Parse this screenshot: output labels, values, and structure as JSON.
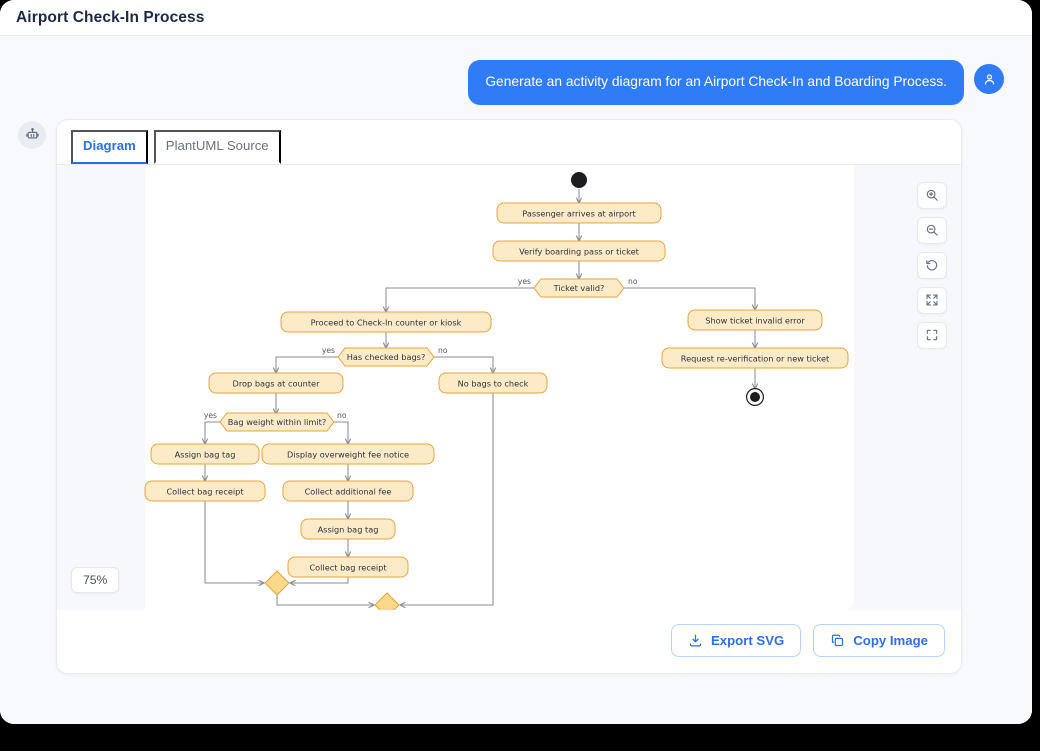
{
  "window": {
    "title": "Airport Check-In Process"
  },
  "conversation": {
    "user_avatar_icon": "user-icon",
    "bot_avatar_icon": "robot-icon",
    "user_message": "Generate an activity diagram for an Airport Check-In and Boarding Process."
  },
  "card": {
    "tabs": [
      {
        "label": "Diagram",
        "active": true
      },
      {
        "label": "PlantUML Source",
        "active": false
      }
    ],
    "zoom_level": "75%",
    "toolbar": [
      {
        "icon": "zoom-in-icon",
        "name": "zoom-in-button"
      },
      {
        "icon": "zoom-out-icon",
        "name": "zoom-out-button"
      },
      {
        "icon": "reset-rotate-icon",
        "name": "reset-view-button"
      },
      {
        "icon": "fit-screen-icon",
        "name": "fit-to-screen-button"
      },
      {
        "icon": "fullscreen-icon",
        "name": "fullscreen-button"
      }
    ],
    "actions": [
      {
        "label": "Export SVG",
        "icon": "download-icon"
      },
      {
        "label": "Copy Image",
        "icon": "copy-icon"
      }
    ]
  },
  "colors": {
    "accent": "#2f7cf6",
    "tab_active": "#2f6fe4",
    "node_fill": "#fdebc8",
    "node_stroke": "#e8a33d",
    "diamond_fill": "#fcd88a",
    "edge": "#8a8d94",
    "title_text": "#1e2a44"
  },
  "chart_data": {
    "type": "diagram",
    "diagram_kind": "uml-activity-diagram",
    "title": "Airport Check-In Process",
    "nodes": [
      {
        "id": "start",
        "kind": "start",
        "label": ""
      },
      {
        "id": "n1",
        "kind": "action",
        "label": "Passenger arrives at airport"
      },
      {
        "id": "n2",
        "kind": "action",
        "label": "Verify boarding pass or ticket"
      },
      {
        "id": "d1",
        "kind": "decision",
        "label": "Ticket valid?"
      },
      {
        "id": "n3",
        "kind": "action",
        "label": "Proceed to Check-In counter or kiosk"
      },
      {
        "id": "d2",
        "kind": "decision",
        "label": "Has checked bags?"
      },
      {
        "id": "n4",
        "kind": "action",
        "label": "Drop bags at counter"
      },
      {
        "id": "n5",
        "kind": "action",
        "label": "No bags to check"
      },
      {
        "id": "d3",
        "kind": "decision",
        "label": "Bag weight within limit?"
      },
      {
        "id": "n6",
        "kind": "action",
        "label": "Assign bag tag"
      },
      {
        "id": "n7",
        "kind": "action",
        "label": "Display overweight fee notice"
      },
      {
        "id": "n8",
        "kind": "action",
        "label": "Collect bag receipt"
      },
      {
        "id": "n9",
        "kind": "action",
        "label": "Collect additional fee"
      },
      {
        "id": "n10",
        "kind": "action",
        "label": "Assign bag tag"
      },
      {
        "id": "n11",
        "kind": "action",
        "label": "Collect bag receipt"
      },
      {
        "id": "m1",
        "kind": "merge",
        "label": ""
      },
      {
        "id": "m2",
        "kind": "merge",
        "label": ""
      },
      {
        "id": "n12",
        "kind": "action",
        "label": "Show ticket invalid error"
      },
      {
        "id": "n13",
        "kind": "action",
        "label": "Request re-verification or new ticket"
      },
      {
        "id": "end",
        "kind": "end",
        "label": ""
      }
    ],
    "edges": [
      {
        "from": "start",
        "to": "n1",
        "guard": ""
      },
      {
        "from": "n1",
        "to": "n2",
        "guard": ""
      },
      {
        "from": "n2",
        "to": "d1",
        "guard": ""
      },
      {
        "from": "d1",
        "to": "n3",
        "guard": "yes"
      },
      {
        "from": "d1",
        "to": "n12",
        "guard": "no"
      },
      {
        "from": "n3",
        "to": "d2",
        "guard": ""
      },
      {
        "from": "d2",
        "to": "n4",
        "guard": "yes"
      },
      {
        "from": "d2",
        "to": "n5",
        "guard": "no"
      },
      {
        "from": "n4",
        "to": "d3",
        "guard": ""
      },
      {
        "from": "d3",
        "to": "n6",
        "guard": "yes"
      },
      {
        "from": "d3",
        "to": "n7",
        "guard": "no"
      },
      {
        "from": "n6",
        "to": "n8",
        "guard": ""
      },
      {
        "from": "n7",
        "to": "n9",
        "guard": ""
      },
      {
        "from": "n9",
        "to": "n10",
        "guard": ""
      },
      {
        "from": "n10",
        "to": "n11",
        "guard": ""
      },
      {
        "from": "n8",
        "to": "m1",
        "guard": ""
      },
      {
        "from": "n11",
        "to": "m1",
        "guard": ""
      },
      {
        "from": "m1",
        "to": "m2",
        "guard": ""
      },
      {
        "from": "n5",
        "to": "m2",
        "guard": ""
      },
      {
        "from": "n12",
        "to": "n13",
        "guard": ""
      },
      {
        "from": "n13",
        "to": "end",
        "guard": ""
      }
    ],
    "guards": [
      "yes",
      "no"
    ],
    "labels": {
      "d1_yes": "yes",
      "d1_no": "no",
      "d2_yes": "yes",
      "d2_no": "no",
      "d3_yes": "yes",
      "d3_no": "no"
    }
  }
}
